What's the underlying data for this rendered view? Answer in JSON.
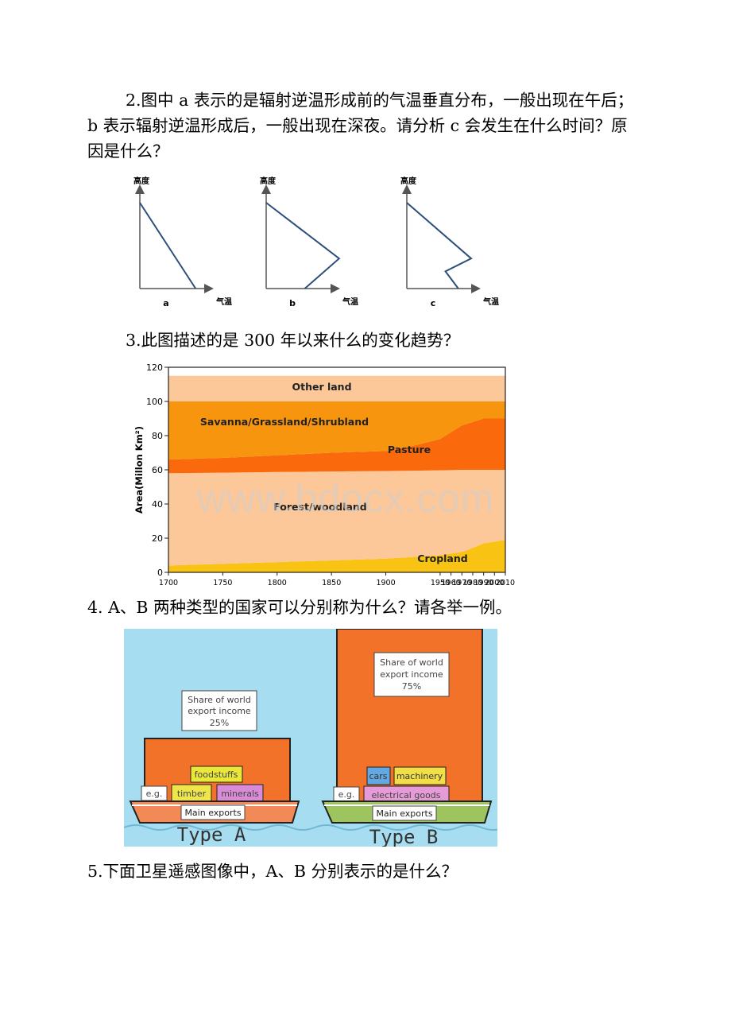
{
  "q2": {
    "text": "2.图中 a 表示的是辐射逆温形成前的气温垂直分布，一般出现在午后；b 表示辐射逆温形成后，一般出现在深夜。请分析 c 会发生在什么时间？原因是什么？"
  },
  "inversion_diagrams": {
    "y_label": "高度",
    "x_label": "气温",
    "panels": [
      {
        "label": "a",
        "profile": [
          [
            0.65,
            0.0
          ],
          [
            0.0,
            1.0
          ]
        ]
      },
      {
        "label": "b",
        "profile": [
          [
            0.45,
            0.0
          ],
          [
            0.85,
            0.35
          ],
          [
            0.0,
            1.0
          ]
        ]
      },
      {
        "label": "c",
        "profile": [
          [
            0.6,
            0.0
          ],
          [
            0.45,
            0.2
          ],
          [
            0.75,
            0.35
          ],
          [
            0.0,
            1.0
          ]
        ]
      }
    ]
  },
  "q3": {
    "text": "3.此图描述的是 300 年以来什么的变化趋势？"
  },
  "chart_data": {
    "type": "area",
    "title": "",
    "xlabel": "",
    "ylabel": "Area(Millon Km²)",
    "x": [
      1700,
      1750,
      1800,
      1850,
      1900,
      1925,
      1950,
      1960,
      1970,
      1975,
      1990,
      2010
    ],
    "xticks": [
      1700,
      1750,
      1800,
      1850,
      1900,
      1950,
      1960,
      1970,
      1980,
      1990,
      2000,
      2010
    ],
    "yticks": [
      0,
      20,
      40,
      60,
      80,
      100,
      120
    ],
    "xlim": [
      1700,
      2010
    ],
    "ylim": [
      0,
      120
    ],
    "grid": false,
    "series_note": "stacked boundaries (cumulative tops)",
    "series": [
      {
        "name": "Cropland",
        "color": "#f9c314",
        "values": [
          4,
          5,
          6,
          7,
          8,
          9,
          10,
          11,
          12,
          13,
          17,
          19
        ]
      },
      {
        "name": "Forest/woodland",
        "color": "#fcc899",
        "values": [
          58,
          58.3,
          58.7,
          59,
          59.3,
          59.5,
          59.7,
          59.8,
          60,
          60,
          60,
          60
        ]
      },
      {
        "name": "Pasture",
        "color": "#fa6a0c",
        "values": [
          66,
          67,
          68.5,
          70,
          71,
          74,
          78,
          82,
          86,
          87,
          90,
          90
        ]
      },
      {
        "name": "Savanna/Grassland/Shrubland",
        "color": "#f7950e",
        "values": [
          100,
          100,
          100,
          100,
          100,
          100,
          100,
          100,
          100,
          100,
          100,
          100
        ]
      },
      {
        "name": "Other land",
        "color": "#fcc899",
        "values": [
          115,
          115,
          115,
          115,
          115,
          115,
          115,
          115,
          115,
          115,
          115,
          115
        ]
      }
    ],
    "labels": [
      "Other land",
      "Savanna/Grassland/Shrubland",
      "Pasture",
      "Forest/woodland",
      "Cropland"
    ]
  },
  "watermark": "www.bdocx.com",
  "q4": {
    "text": "4. A、B 两种类型的国家可以分别称为什么？请各举一例。"
  },
  "ships": {
    "background": "#a7ddf0",
    "type_a": {
      "title": "Type A",
      "share_lines": [
        "Share of world",
        "export income",
        "25%"
      ],
      "share_value": 25,
      "eg": "e.g.",
      "exports": [
        "foodstuffs",
        "timber",
        "minerals"
      ],
      "main_exports": "Main exports",
      "hull_color": "#f28a57"
    },
    "type_b": {
      "title": "Type B",
      "share_lines": [
        "Share of world",
        "export income",
        "75%"
      ],
      "share_value": 75,
      "eg": "e.g.",
      "exports": [
        "cars",
        "machinery",
        "electrical goods"
      ],
      "main_exports": "Main exports",
      "hull_color": "#9ec45f"
    },
    "colors": {
      "sail": "#f2722a",
      "foodstuffs": "#e9e83a",
      "timber": "#eee54a",
      "minerals": "#d98bd8",
      "cars": "#63a8e0",
      "machinery": "#f2df47",
      "electrical": "#e59bd7"
    }
  },
  "q5": {
    "text": "5.下面卫星遥感图像中，A、B 分别表示的是什么？"
  }
}
